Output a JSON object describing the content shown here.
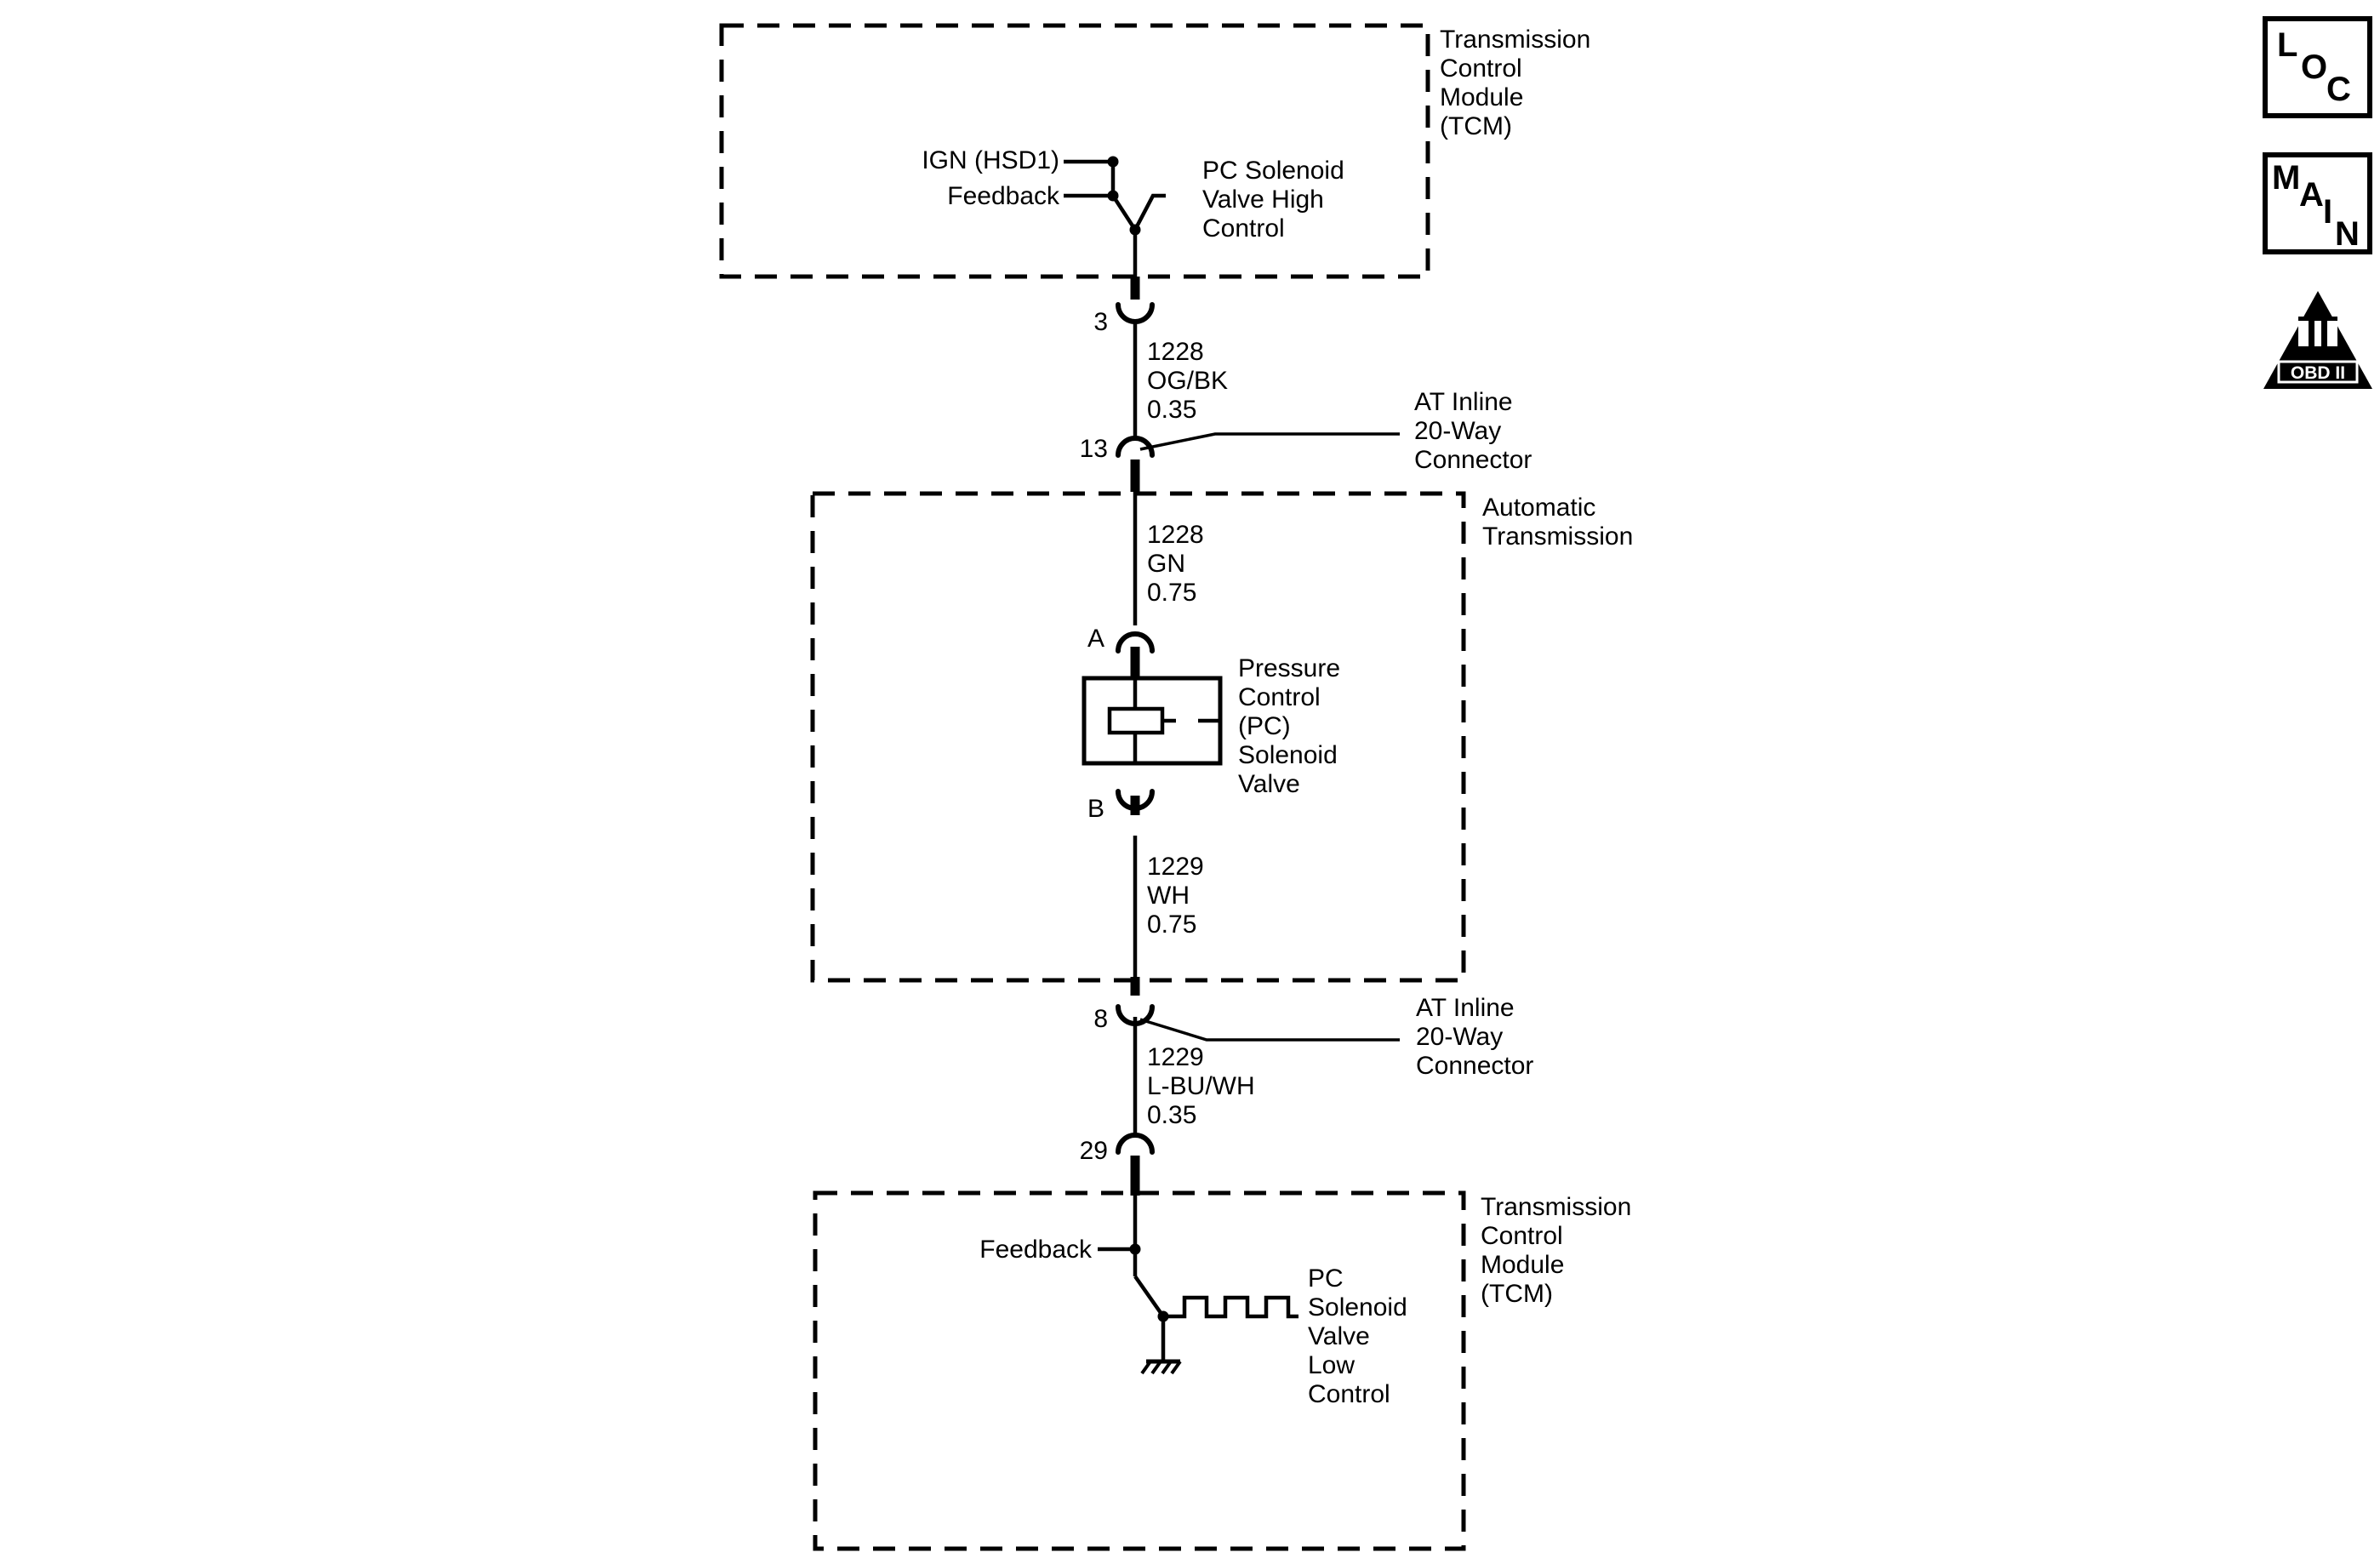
{
  "modules": {
    "tcm_top": {
      "title_lines": [
        "Transmission",
        "Control",
        "Module",
        "(TCM)"
      ]
    },
    "automatic_transmission": {
      "title_lines": [
        "Automatic",
        "Transmission"
      ]
    },
    "tcm_bottom": {
      "title_lines": [
        "Transmission",
        "Control",
        "Module",
        "(TCM)"
      ]
    }
  },
  "tcm_top_signals": {
    "ign": "IGN (HSD1)",
    "feedback": "Feedback",
    "control_lines": [
      "PC Solenoid",
      "Valve High",
      "Control"
    ]
  },
  "tcm_bottom_signals": {
    "feedback": "Feedback",
    "control_lines": [
      "PC",
      "Solenoid",
      "Valve",
      "Low",
      "Control"
    ]
  },
  "pins": {
    "tcm_top": "3",
    "inline_upper": "13",
    "solenoid_a": "A",
    "solenoid_b": "B",
    "inline_lower": "8",
    "tcm_bottom": "29"
  },
  "wires": {
    "w1": {
      "circuit": "1228",
      "color": "OG/BK",
      "gauge": "0.35"
    },
    "w2": {
      "circuit": "1228",
      "color": "GN",
      "gauge": "0.75"
    },
    "w3": {
      "circuit": "1229",
      "color": "WH",
      "gauge": "0.75"
    },
    "w4": {
      "circuit": "1229",
      "color": "L-BU/WH",
      "gauge": "0.35"
    }
  },
  "connectors": {
    "upper_lines": [
      "AT Inline",
      "20-Way",
      "Connector"
    ],
    "lower_lines": [
      "AT Inline",
      "20-Way",
      "Connector"
    ]
  },
  "component": {
    "lines": [
      "Pressure",
      "Control",
      "(PC)",
      "Solenoid",
      "Valve"
    ]
  },
  "nav_icons": {
    "loc": {
      "letters": [
        "L",
        "O",
        "C"
      ]
    },
    "main": {
      "letters": [
        "M",
        "A",
        "I",
        "N"
      ]
    },
    "obd": {
      "symbol": "II",
      "label": "OBD II"
    }
  }
}
